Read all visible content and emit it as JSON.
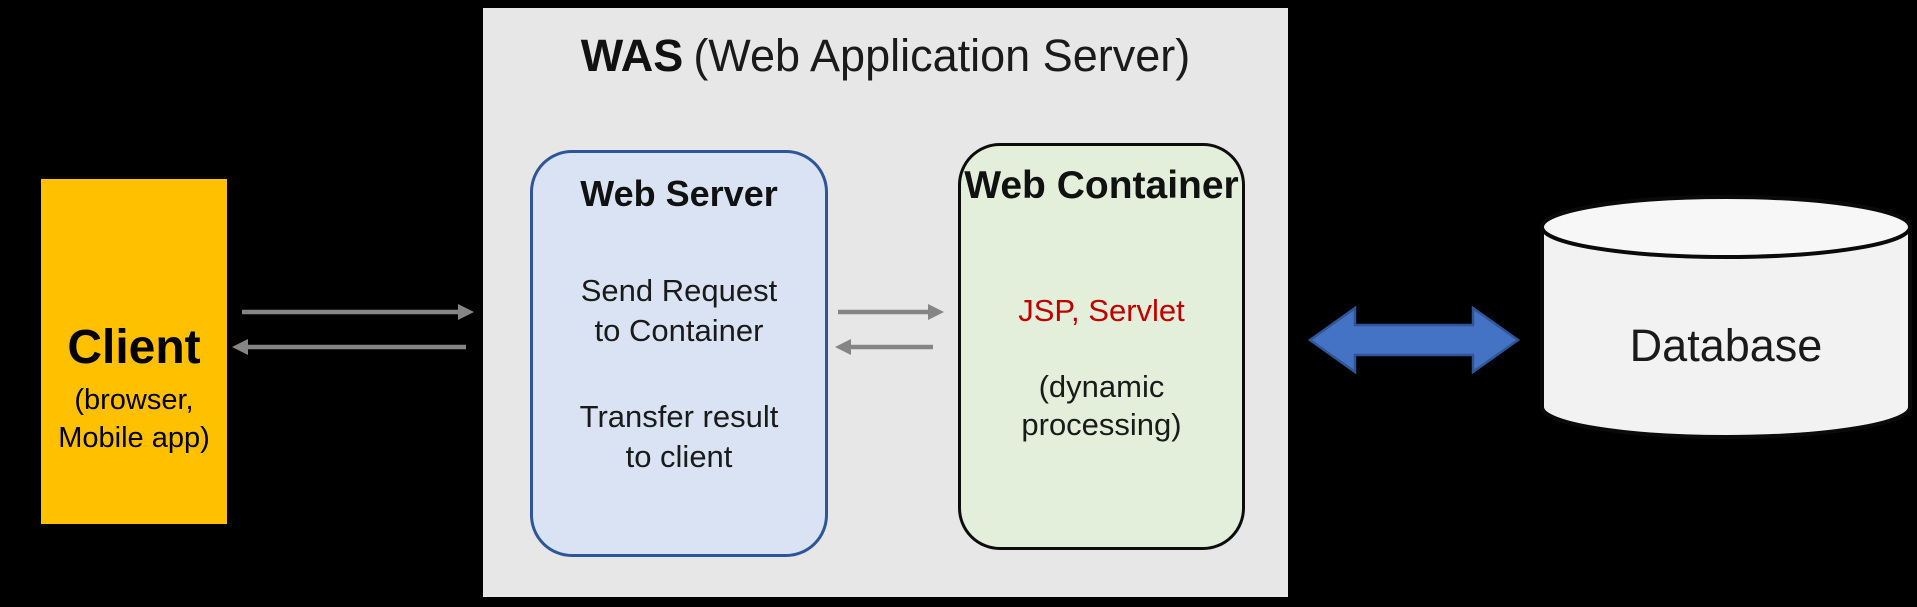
{
  "colors": {
    "background": "#000000",
    "panel_bg": "#E8E7E7",
    "client_bg": "#FFC000",
    "client_text": "#000000",
    "web_server_bg": "#DAE3F3",
    "web_server_border": "#2E5597",
    "web_container_bg": "#E3EFDA",
    "web_container_border": "#0D0D0D",
    "jsp_text": "#C00000",
    "gray_arrow": "#858585",
    "blue_arrow_fill": "#4472C4",
    "blue_arrow_border": "#2F5597",
    "db_fill": "#F2F2F2",
    "db_top_fill": "#F7F7F7",
    "db_stroke": "#0A0A0A",
    "text_dark": "#1A1A1A"
  },
  "was_panel": {
    "title_bold": "WAS",
    "title_rest": "(Web Application Server)"
  },
  "client": {
    "title": "Client",
    "subtitle_lines": [
      "(browser,",
      "Mobile app)"
    ]
  },
  "web_server": {
    "title": "Web Server",
    "para1_lines": [
      "Send Request",
      "to Container"
    ],
    "para2_lines": [
      "Transfer result",
      "to client"
    ]
  },
  "web_container": {
    "title": "Web Container",
    "highlight": "JSP, Servlet",
    "note_lines": [
      "(dynamic",
      "processing)"
    ]
  },
  "database": {
    "label": "Database"
  }
}
